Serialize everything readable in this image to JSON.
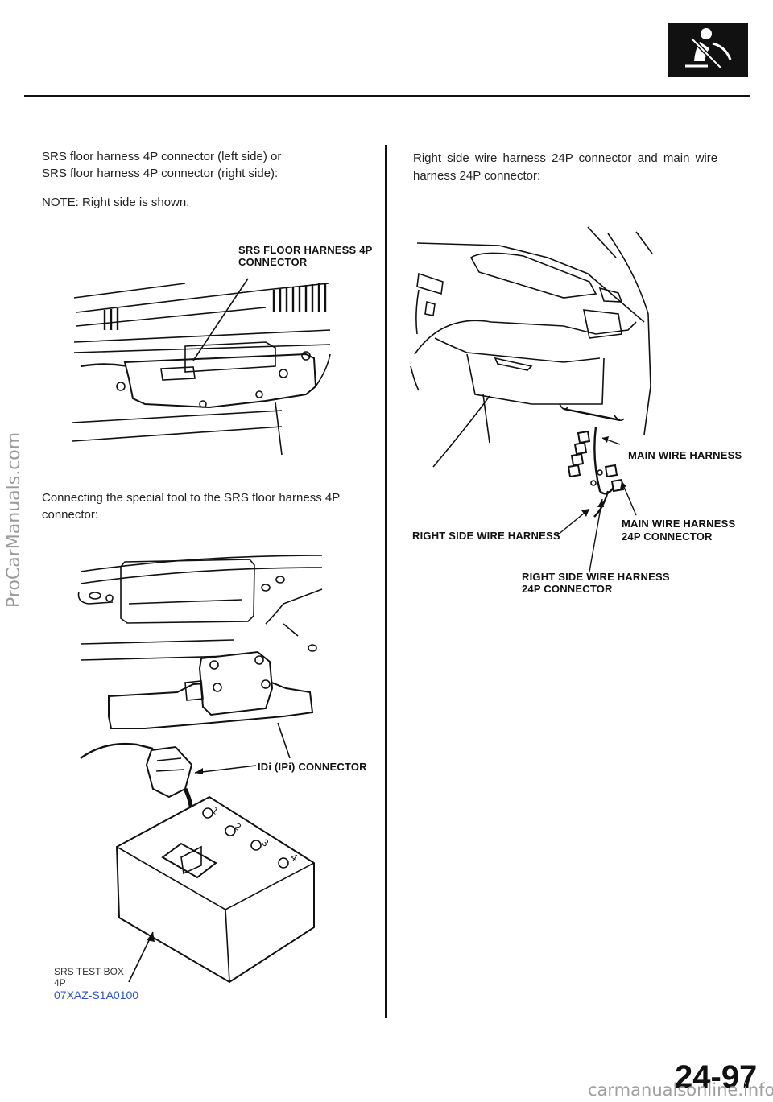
{
  "header": {
    "icon": "seat-belt-airbag-icon",
    "rule_color": "#111111"
  },
  "left_column": {
    "intro_line1": "SRS floor harness 4P connector (left side) or",
    "intro_line2": "SRS floor harness 4P connector (right side):",
    "note": "NOTE:  Right side is shown.",
    "callout_floor_line1": "SRS FLOOR HARNESS 4P",
    "callout_floor_line2": "CONNECTOR",
    "connecting_line1": "Connecting the special tool to the SRS floor harness 4P",
    "connecting_line2": "connector:",
    "callout_idi": "IDi (IPi) CONNECTOR",
    "test_box_line1": "SRS TEST BOX",
    "test_box_line2": "4P",
    "test_box_part": "07XAZ-S1A0100",
    "test_box_part_color": "#2a56b8",
    "pins": [
      "1",
      "2",
      "3",
      "4"
    ]
  },
  "right_column": {
    "intro_line1": "Right side wire harness 24P connector and main wire",
    "intro_line2": "harness 24P connector:",
    "callout_main": "MAIN WIRE HARNESS",
    "callout_main24_line1": "MAIN WIRE HARNESS",
    "callout_main24_line2": "24P CONNECTOR",
    "callout_right": "RIGHT SIDE WIRE HARNESS",
    "callout_right24_line1": "RIGHT SIDE WIRE HARNESS",
    "callout_right24_line2": "24P CONNECTOR"
  },
  "footer": {
    "page_number": "24-97",
    "watermark_side": "ProCarManuals.com",
    "watermark_bottom": "carmanualsonline.info"
  }
}
